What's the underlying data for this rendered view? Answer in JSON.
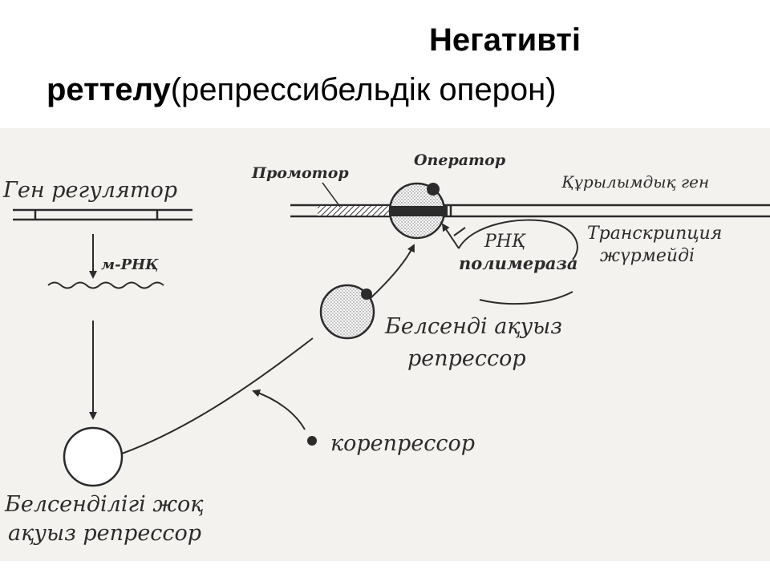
{
  "title": {
    "line1": "Негативті",
    "line2_bold": "реттелу",
    "line2_rest": "(репрессибельдік оперон)"
  },
  "labels": {
    "regulator_gene": "Ген регулятор",
    "mrna": "м-РНҚ",
    "promoter": "Промотор",
    "operator": "Оператор",
    "structural_gene": "Құрылымдық ген",
    "rna_pol_line1": "РНҚ",
    "rna_pol_line2": "полимераза",
    "no_transcription_line1": "Транскрипция",
    "no_transcription_line2": "жүрмейді",
    "active_repressor_line1": "Белсенді ақуыз",
    "active_repressor_line2": "репрессор",
    "corepressor": "корепрессор",
    "inactive_repressor_line1": "Белсенділігі жоқ",
    "inactive_repressor_line2": "ақуыз репрессор"
  },
  "colors": {
    "ink": "#2b2b2b",
    "panel": "#f3f2ef",
    "stipple": "#bdbdbd"
  }
}
